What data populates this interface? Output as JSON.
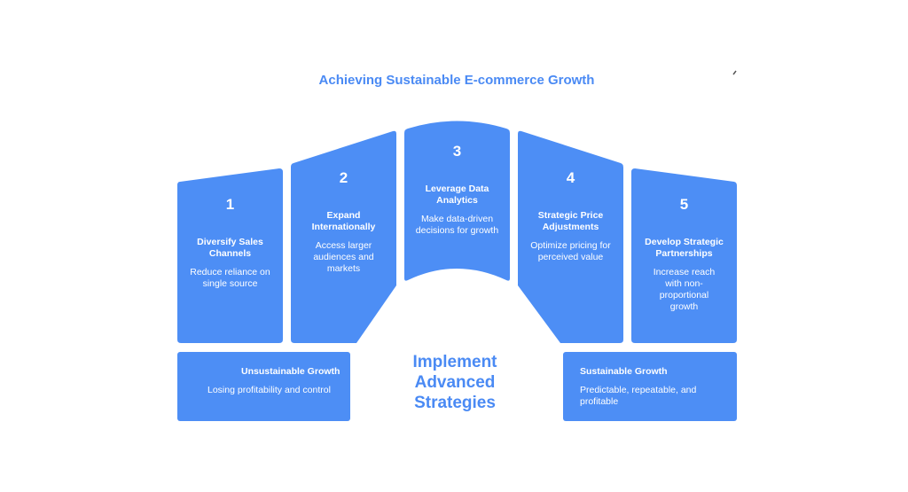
{
  "title": "Achieving Sustainable E-commerce Growth",
  "colors": {
    "card": "#4d8ef5",
    "accent": "#4a8af4"
  },
  "steps": [
    {
      "number": "1",
      "heading": "Diversify Sales Channels",
      "description": "Reduce reliance on single source"
    },
    {
      "number": "2",
      "heading": "Expand Internationally",
      "description": "Access larger audiences and markets"
    },
    {
      "number": "3",
      "heading": "Leverage Data Analytics",
      "description": "Make data-driven decisions for growth"
    },
    {
      "number": "4",
      "heading": "Strategic Price Adjustments",
      "description": "Optimize pricing for perceived value"
    },
    {
      "number": "5",
      "heading": "Develop Strategic Partnerships",
      "description": "Increase reach with non-proportional growth"
    }
  ],
  "center_label": "Implement Advanced Strategies",
  "unsustainable": {
    "heading": "Unsustainable Growth",
    "description": "Losing profitability and control"
  },
  "sustainable": {
    "heading": "Sustainable Growth",
    "description": "Predictable, repeatable, and profitable"
  }
}
